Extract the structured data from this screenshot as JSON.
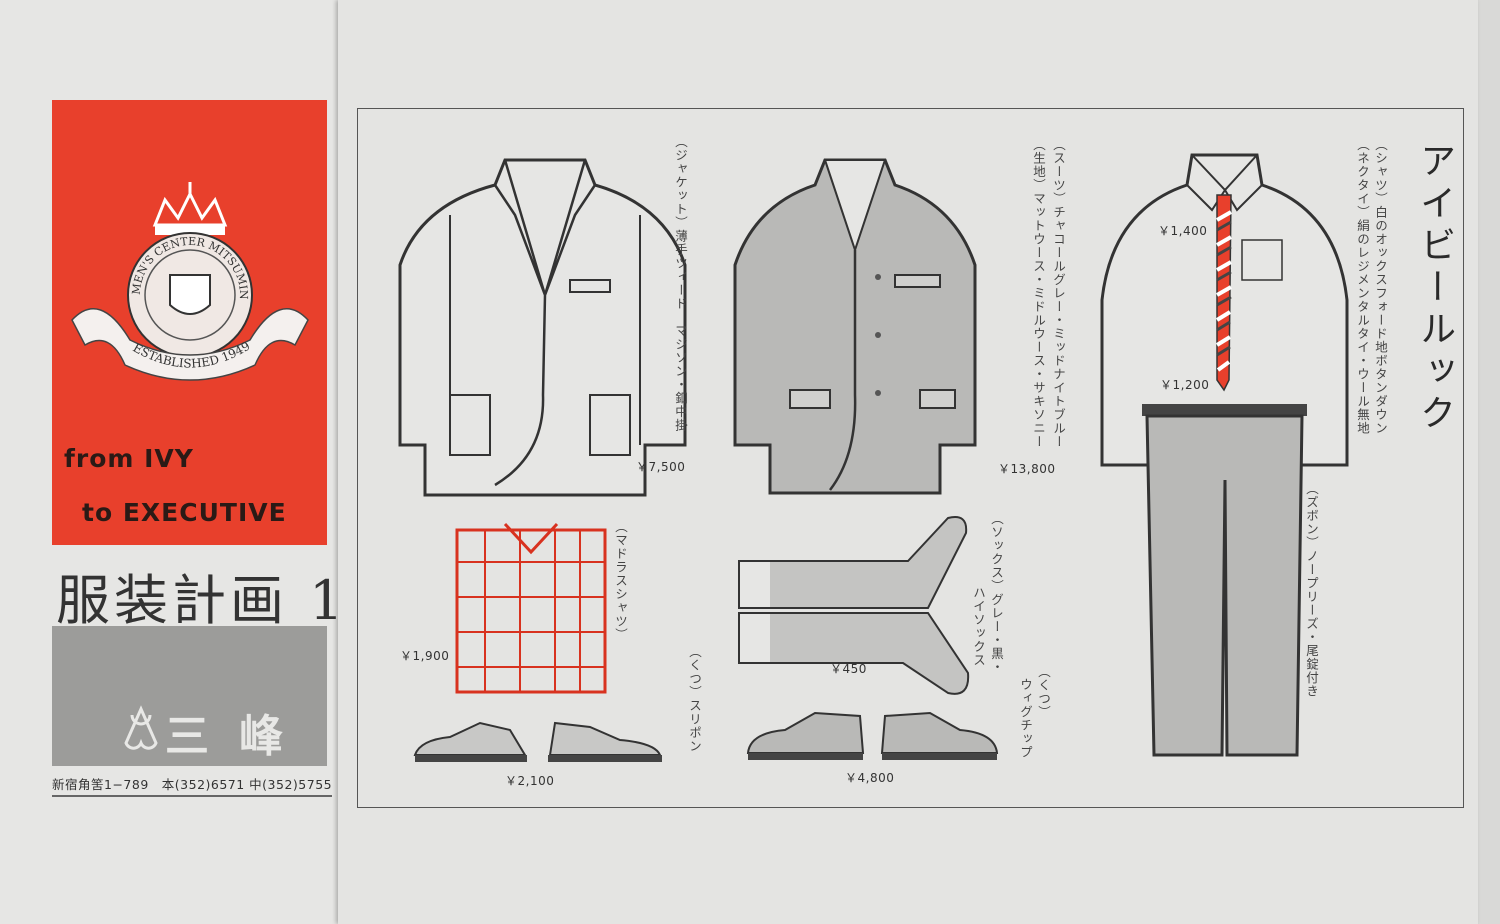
{
  "left_panel": {
    "emblem": {
      "ring_text": "MEN'S CENTER MITSUMINE",
      "ribbon_text": "ESTABLISHED 1949"
    },
    "slogan_line1": "from IVY",
    "slogan_line2": "to EXECUTIVE",
    "title": "服装計画 1",
    "brand": "三峰",
    "address": "新宿角筈1−789　本(352)6571 中(352)5755",
    "colors": {
      "red": "#e8402c",
      "gray": "#9c9c9a"
    }
  },
  "main": {
    "heading": "アイビールック",
    "items": {
      "jacket": {
        "label": "（ジャケット）薄手ツィード　マジソン・釦中掛",
        "price": "￥7,500"
      },
      "suit": {
        "label": "（スーツ）チャコールグレー・ミッドナイトブルー",
        "fabric": "（生地）マットウース・ミドルウース・サキソニー",
        "price": "￥13,800"
      },
      "shirt": {
        "label": "（シャツ）白のオックスフォード地ボタンダウン",
        "price": "￥1,400"
      },
      "necktie": {
        "label": "（ネクタイ）絹のレジメンタルタイ・ウール無地",
        "price": "￥1,200"
      },
      "trousers": {
        "label": "（ズボン）ノープリーズ・尾錠付き"
      },
      "madras_shirt": {
        "label": "（マドラスシャツ）",
        "price": "￥1,900"
      },
      "slip_on": {
        "label": "（くつ）スリポン",
        "price": "￥2,100"
      },
      "socks": {
        "label": "（ソックス）グレー・黒・",
        "label2": "ハイソックス",
        "price": "￥450"
      },
      "wingtip": {
        "label": "（くつ）",
        "label2": "ウィグチップ",
        "price": "￥4,800"
      }
    }
  }
}
